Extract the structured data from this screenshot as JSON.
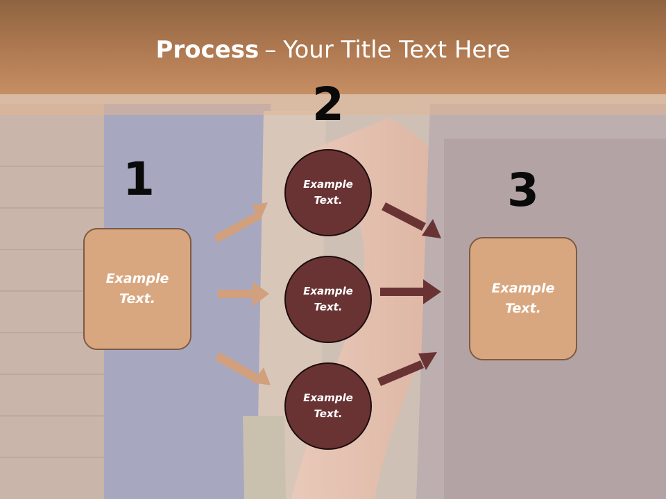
{
  "title": {
    "bold": "Process",
    "separator": "–",
    "rest": "Your Title Text Here"
  },
  "steps": {
    "one": "1",
    "two": "2",
    "three": "3"
  },
  "left_box": "Example\nText.",
  "right_box": "Example\nText.",
  "circles": [
    "Example\nText.",
    "Example\nText.",
    "Example\nText."
  ],
  "colors": {
    "title_bar": "#b07a52",
    "box_fill": "#d9a77f",
    "circle_fill": "#6a3333",
    "left_arrows": "#d2a07d",
    "right_arrows": "#6a3333"
  }
}
